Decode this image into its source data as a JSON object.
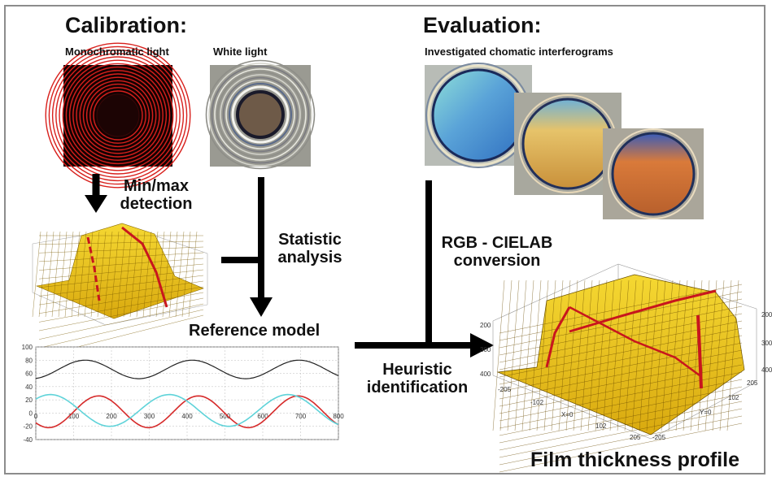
{
  "calibration": {
    "title": "Calibration:",
    "mono_label": "Monochromatic light",
    "white_label": "White light"
  },
  "evaluation": {
    "title": "Evaluation:",
    "sub_label": "Investigated chomatic interferograms"
  },
  "steps": {
    "minmax": [
      "Min/max",
      "detection"
    ],
    "statistic": [
      "Statistic",
      "analysis"
    ],
    "reference": "Reference model",
    "rgb": [
      "RGB - CIELAB",
      "conversion"
    ],
    "heuristic": [
      "Heuristic",
      "identification"
    ]
  },
  "result": {
    "title": "Film thickness profile"
  },
  "line_plot": {
    "y_ticks": [
      "100",
      "80",
      "60",
      "40",
      "20",
      "0",
      "-20",
      "-40"
    ],
    "x_ticks": [
      "0",
      "100",
      "200",
      "300",
      "400",
      "500",
      "600",
      "700",
      "800"
    ]
  },
  "surface_plot": {
    "right_ticks": [
      "200",
      "300",
      "400"
    ],
    "left_ticks": [
      "200",
      "300",
      "400"
    ],
    "bottom_left_ticks": [
      "-205",
      "-102",
      "X=0",
      "102",
      "205"
    ],
    "bottom_right_ticks": [
      "-205",
      "Y=0",
      "102",
      "205"
    ]
  },
  "colors": {
    "arrow": "#000000",
    "surface_yellow": "#f2cf1a",
    "surface_red": "#c8161d",
    "fringe_red": "#d8201c",
    "curve_black": "#222222",
    "curve_red": "#d62a2a",
    "curve_cyan": "#5fd3d9"
  }
}
